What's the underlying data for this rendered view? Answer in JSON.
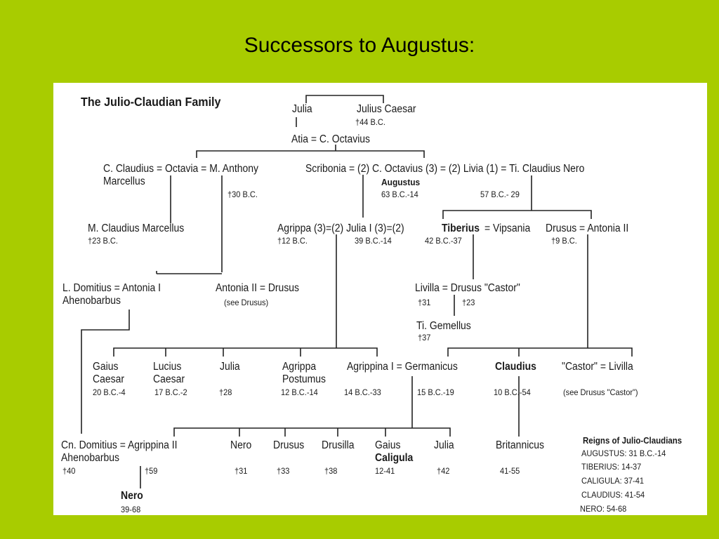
{
  "slide": {
    "title": "Successors to Augustus:"
  },
  "family_tree": {
    "title": "The Julio-Claudian Family",
    "gen1": {
      "julia": "Julia",
      "julius_caesar": "Julius Caesar",
      "julius_caesar_death": "†44 B.C.",
      "atia_octavius": "Atia = C. Octavius"
    },
    "gen2": {
      "claudius_octavia_anthony": "C. Claudius = Octavia = M. Anthony",
      "marcellus": "Marcellus",
      "anthony_death": "†30  B.C.",
      "scribonia_octavius": "Scribonia = (2) C. Octavius (3) = (2) Livia (1) = Ti. Claudius Nero",
      "augustus": "Augustus",
      "augustus_dates": "63 B.C.-14",
      "claudius_nero_dates": "57 B.C.- 29"
    },
    "gen3": {
      "m_claudius_marcellus": "M. Claudius Marcellus",
      "marcellus_death": "†23 B.C.",
      "agrippa_julia": "Agrippa (3)=(2) Julia I (3)=(2)",
      "tiberius": "Tiberius",
      "vipsania": "= Vipsania",
      "agrippa_death": "†12 B.C.",
      "julia_dates": "39 B.C.-14",
      "tiberius_dates": "42 B.C.-37",
      "drusus_antonia": "Drusus = Antonia II",
      "drusus_death": "†9 B.C."
    },
    "gen4": {
      "domitius_antonia": "L. Domitius = Antonia I",
      "ahenobarbus": "Ahenobarbus",
      "antonia_drusus": "Antonia II = Drusus",
      "see_drusus": "(see Drusus)",
      "livilla_drusus": "Livilla = Drusus \"Castor\"",
      "livilla_death": "†31",
      "castor_death": "†23",
      "ti_gemellus": "Ti. Gemellus",
      "gemellus_death": "†37"
    },
    "gen5": {
      "gaius_caesar_1": "Gaius",
      "gaius_caesar_2": "Caesar",
      "gaius_caesar_dates": "20 B.C.-4",
      "lucius_caesar_1": "Lucius",
      "lucius_caesar_2": "Caesar",
      "lucius_caesar_dates": "17 B.C.-2",
      "julia": "Julia",
      "julia_death": "†28",
      "agrippa_postumus_1": "Agrippa",
      "agrippa_postumus_2": "Postumus",
      "agrippa_postumus_dates": "12 B.C.-14",
      "agrippina_germanicus": "Agrippina I = Germanicus",
      "agrippina_dates": "14 B.C.-33",
      "germanicus_dates": "15 B.C.-19",
      "claudius": "Claudius",
      "claudius_dates": "10 B.C.-54",
      "castor_livilla": "\"Castor\" = Livilla",
      "see_castor": "(see Drusus \"Castor\")"
    },
    "gen6": {
      "domitius_agrippina": "Cn. Domitius = Agrippina II",
      "ahenobarbus": "Ahenobarbus",
      "domitius_death": "†40",
      "agrippina_death": "†59",
      "nero_brother": "Nero",
      "nero_brother_death": "†31",
      "drusus": "Drusus",
      "drusus_death": "†33",
      "drusilla": "Drusilla",
      "drusilla_death": "†38",
      "gaius": "Gaius",
      "caligula": "Caligula",
      "caligula_dates": "12-41",
      "julia": "Julia",
      "julia_death": "†42",
      "britannicus": "Britannicus",
      "britannicus_dates": "41-55"
    },
    "gen7": {
      "nero": "Nero",
      "nero_dates": "39-68"
    },
    "reigns": {
      "title": "Reigns of  Julio-Claudians",
      "items": [
        "AUGUSTUS: 31 B.C.-14",
        "TIBERIUS: 14-37",
        "CALIGULA: 37-41",
        "CLAUDIUS: 41-54",
        "NERO: 54-68"
      ]
    }
  }
}
